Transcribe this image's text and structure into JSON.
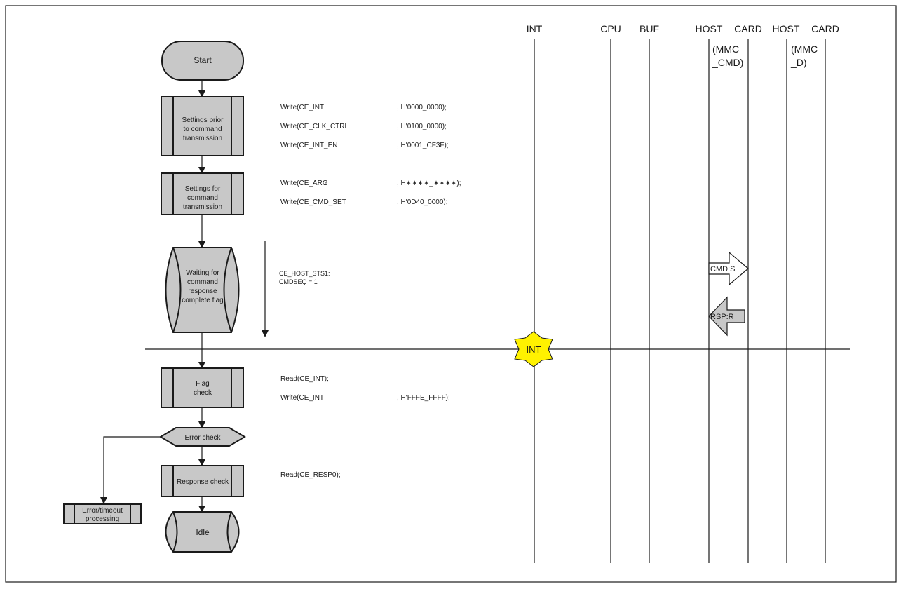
{
  "swimlanes": {
    "int": "INT",
    "cpu": "CPU",
    "buf": "BUF",
    "host1": "HOST",
    "card1": "CARD",
    "host2": "HOST",
    "card2": "CARD",
    "mmc_cmd_1": "(MMC",
    "mmc_cmd_2": "_CMD)",
    "mmc_d_1": "(MMC",
    "mmc_d_2": "_D)"
  },
  "flow": {
    "start": "Start",
    "settings_prior": [
      "Settings prior",
      "to command",
      "transmission"
    ],
    "settings_for": [
      "Settings for",
      "command",
      "transmission"
    ],
    "waiting": [
      "Waiting for",
      "command",
      "response",
      "complete flag"
    ],
    "flag_check": [
      "Flag",
      "check"
    ],
    "error_check": "Error check",
    "response_check": "Response check",
    "error_timeout": [
      "Error/timeout",
      "processing"
    ],
    "idle": "Idle"
  },
  "code": {
    "step1": [
      {
        "call": "Write(CE_INT",
        "value": ", H'0000_0000);"
      },
      {
        "call": "Write(CE_CLK_CTRL",
        "value": ", H'0100_0000);"
      },
      {
        "call": "Write(CE_INT_EN",
        "value": ", H'0001_CF3F);"
      }
    ],
    "step2": [
      {
        "call": "Write(CE_ARG",
        "value": ", H∗∗∗∗_∗∗∗∗);"
      },
      {
        "call": "Write(CE_CMD_SET",
        "value": ", H'0D40_0000);"
      }
    ],
    "wait_status": [
      "CE_HOST_STS1:",
      "CMDSEQ = 1"
    ],
    "step3_read": "Read(CE_INT);",
    "step3_write": {
      "call": "Write(CE_INT",
      "value": ", H'FFFE_FFFF);"
    },
    "step4_read": "Read(CE_RESP0);"
  },
  "signals": {
    "cmd": "CMD:S",
    "rsp": "RSP:R",
    "interrupt": "INT"
  },
  "colors": {
    "box_fill": "#c8c8c8",
    "interrupt_fill": "#fff200",
    "line": "#1a1a1a"
  }
}
